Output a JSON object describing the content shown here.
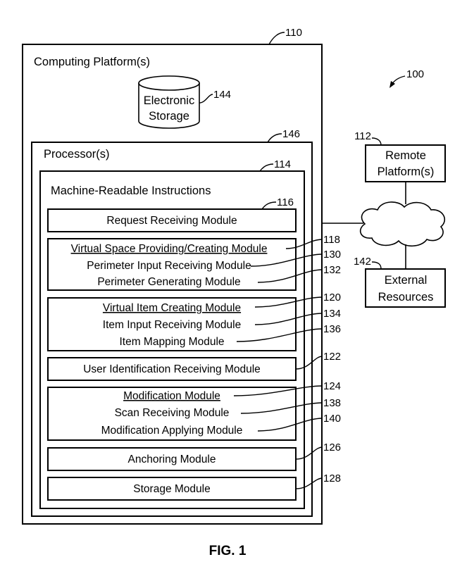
{
  "computing_platform": {
    "ref": "110",
    "label": "Computing Platform(s)"
  },
  "system_ref": "100",
  "electronic_storage": {
    "ref": "144",
    "line1": "Electronic",
    "line2": "Storage"
  },
  "processor": {
    "ref": "146",
    "label": "Processor(s)"
  },
  "instructions": {
    "ref": "114",
    "label": "Machine-Readable Instructions"
  },
  "modules": {
    "request_receiving": {
      "ref": "116",
      "label": "Request Receiving Module"
    },
    "virtual_space": {
      "ref": "118",
      "label": "Virtual Space Providing/Creating Module",
      "sub1": {
        "ref": "130",
        "label": "Perimeter Input Receiving Module"
      },
      "sub2": {
        "ref": "132",
        "label": "Perimeter Generating Module"
      }
    },
    "virtual_item": {
      "ref": "120",
      "label": "Virtual Item Creating Module",
      "sub1": {
        "ref": "134",
        "label": "Item Input Receiving Module"
      },
      "sub2": {
        "ref": "136",
        "label": "Item Mapping Module"
      }
    },
    "user_identification": {
      "ref": "122",
      "label": "User Identification Receiving Module"
    },
    "modification": {
      "ref": "124",
      "label": "Modification Module",
      "sub1": {
        "ref": "138",
        "label": "Scan Receiving Module"
      },
      "sub2": {
        "ref": "140",
        "label": "Modification Applying Module"
      }
    },
    "anchoring": {
      "ref": "126",
      "label": "Anchoring Module"
    },
    "storage": {
      "ref": "128",
      "label": "Storage Module"
    }
  },
  "remote_platform": {
    "ref": "112",
    "line1": "Remote",
    "line2": "Platform(s)"
  },
  "external_resources": {
    "ref": "142",
    "line1": "External",
    "line2": "Resources"
  },
  "figure_caption": "FIG. 1"
}
